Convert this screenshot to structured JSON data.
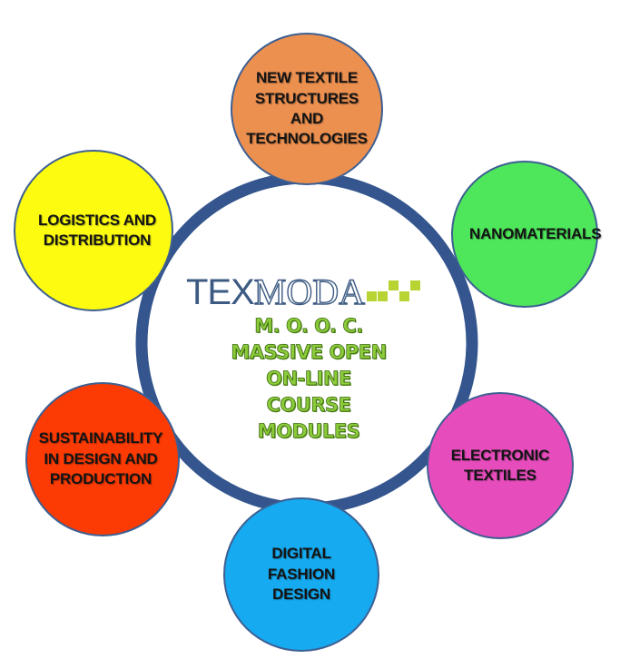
{
  "modules": [
    {
      "id": "new-textile",
      "label": "NEW TEXTILE\nSTRUCTURES\nAND\nTECHNOLOGIES",
      "color": "#ec9050"
    },
    {
      "id": "nanomaterials",
      "label": "NANOMATERIALS",
      "color": "#4ee75b"
    },
    {
      "id": "electronic",
      "label": "ELECTRONIC\nTEXTILES",
      "color": "#e74cbd"
    },
    {
      "id": "digital-fashion",
      "label": "DIGITAL\nFASHION\nDESIGN",
      "color": "#16aaf0"
    },
    {
      "id": "sustainability",
      "label": "SUSTAINABILITY\nIN DESIGN AND\nPRODUCTION",
      "color": "#fb3b03"
    },
    {
      "id": "logistics",
      "label": "LOGISTICS AND\nDISTRIBUTION",
      "color": "#fdfc10"
    }
  ],
  "logo": {
    "part1": "TEX",
    "part2": "MODA"
  },
  "center_text": {
    "line1": "M. O. O. C.",
    "line2": "MASSIVE OPEN",
    "line3": "ON-LINE",
    "line4": "COURSE",
    "line5": "MODULES"
  },
  "colors": {
    "ring": "#34558d",
    "node_border": "#3d5f92",
    "logo_blue": "#3c5a82",
    "logo_squares": "#b7d433",
    "center_text": "#8ccc3a"
  }
}
